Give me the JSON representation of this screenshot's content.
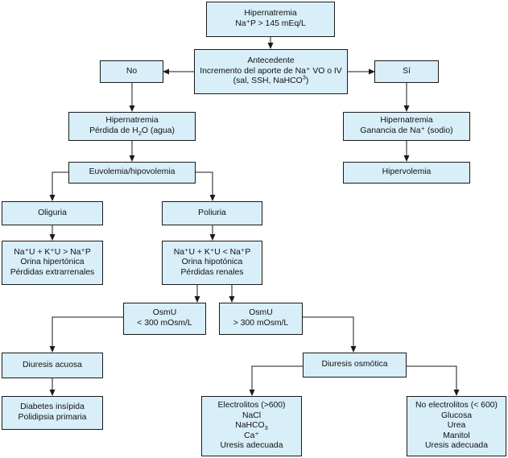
{
  "colors": {
    "box_fill": "#d8eef8",
    "border": "#1a1a1a",
    "connector": "#1a1a1a"
  },
  "nodes": {
    "root": {
      "line1": "Hipernatremia",
      "line2": "Na⁺P > 145 mEq/L"
    },
    "antecedente": {
      "line1": "Antecedente",
      "line2": "Incremento del aporte de Na⁺ VO o IV",
      "line3_pre": "(sal, SSH, NaHCO",
      "line3_sup": "3",
      "line3_post": ")"
    },
    "no": {
      "label": "No"
    },
    "si": {
      "label": "Sí"
    },
    "perdida_agua": {
      "line1": "Hipernatremia",
      "line2_pre": "Pérdida de H",
      "line2_sub": "2",
      "line2_post": "O (agua)"
    },
    "ganancia_na": {
      "line1": "Hipernatremia",
      "line2": "Ganancia de Na⁺ (sodio)"
    },
    "euvolemia": {
      "label": "Euvolemia/hipovolemia"
    },
    "hipervolemia": {
      "label": "Hipervolemia"
    },
    "oliguria": {
      "label": "Oliguria"
    },
    "poliuria": {
      "label": "Poliuria"
    },
    "extrarrenales": {
      "line1": "Na⁺U + K⁺U > Na⁺P",
      "line2": "Orina hipertónica",
      "line3": "Pérdidas extrarrenales"
    },
    "renales": {
      "line1": "Na⁺U + K⁺U < Na⁺P",
      "line2": "Orina hipotónica",
      "line3": "Pérdidas renales"
    },
    "osm_low": {
      "line1": "OsmU",
      "line2": "< 300 mOsm/L"
    },
    "osm_high": {
      "line1": "OsmU",
      "line2": "> 300 mOsm/L"
    },
    "diuresis_acuosa": {
      "label": "Diuresis acuosa"
    },
    "diuresis_osmotica": {
      "label": "Diuresis osmótica"
    },
    "diabetes": {
      "line1": "Diabetes insípida",
      "line2": "Polidipsia primaria"
    },
    "electrolitos": {
      "line1": "Electrolitos (>600)",
      "line2": "NaCl",
      "line3_pre": "NaHCO",
      "line3_sub": "3",
      "line4": "Ca⁺",
      "line5": "Uresis adecuada"
    },
    "no_electrolitos": {
      "line1": "No electrolitos (< 600)",
      "line2": "Glucosa",
      "line3": "Urea",
      "line4": "Manitol",
      "line5": "Uresis adecuada"
    }
  }
}
